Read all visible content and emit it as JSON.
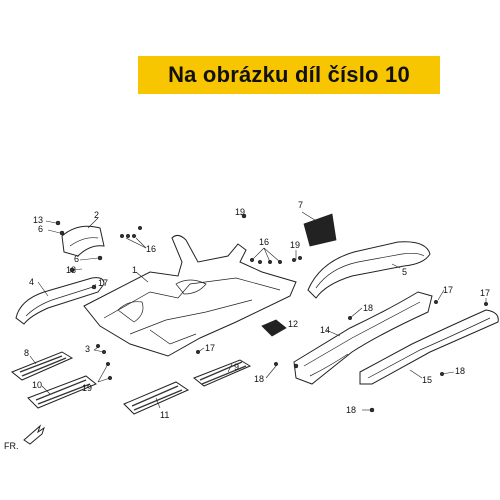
{
  "banner": {
    "title": "Na obrázku díl číslo 10",
    "bg_color": "#f7c600"
  },
  "callouts": {
    "p1": "1",
    "p2": "2",
    "p3": "3",
    "p4": "4",
    "p5": "5",
    "p6a": "6",
    "p6b": "6",
    "p7": "7",
    "p8": "8",
    "p9": "9",
    "p10": "10",
    "p11": "11",
    "p12": "12",
    "p13a": "13",
    "p13b": "13",
    "p14": "14",
    "p15": "15",
    "p16a": "16",
    "p16b": "16",
    "p17a": "17",
    "p17b": "17",
    "p17c": "17",
    "p17d": "17",
    "p18a": "18",
    "p18b": "18",
    "p18c": "18",
    "p18d": "18",
    "p19a": "19",
    "p19b": "19",
    "p19c": "19"
  },
  "direction_label": "FR."
}
